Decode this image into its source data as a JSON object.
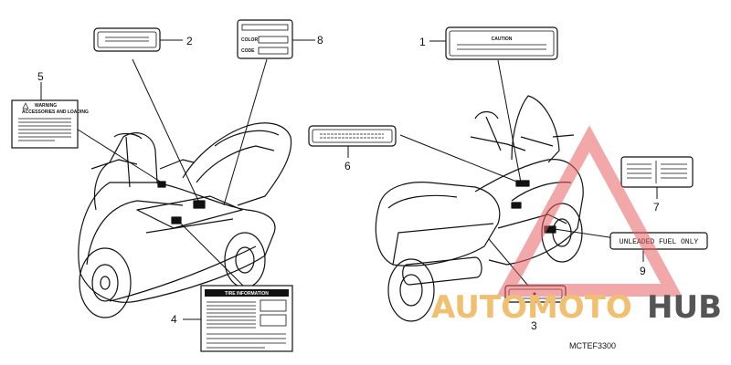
{
  "callouts": [
    "1",
    "2",
    "3",
    "4",
    "5",
    "6",
    "7",
    "8",
    "9"
  ],
  "labels": {
    "caution": "CAUTION",
    "warning_line1": "WARNING",
    "warning_line2": "ACCESSORIES AND LOADING",
    "tire_info": "TIRE INFORMATION",
    "color": "COLOR",
    "code": "CODE",
    "unleaded": "UNLEADED FUEL ONLY"
  },
  "diagram_code": "MCTEF3300",
  "watermark": {
    "part1": "AUTOMOTO",
    "part2": "HUB",
    "colors": {
      "accent": "#f0c070",
      "dark": "#555555",
      "triangle": "#e86060"
    }
  }
}
